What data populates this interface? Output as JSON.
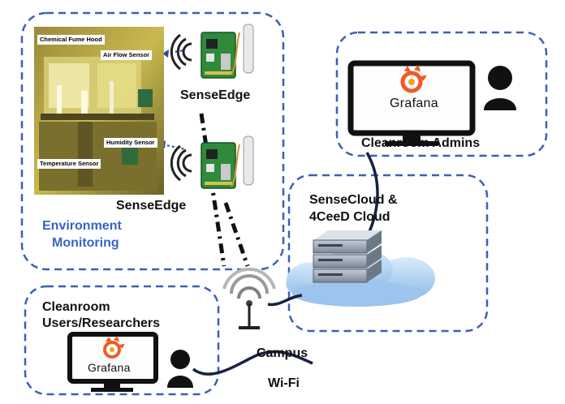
{
  "photo": {
    "tags": {
      "fume_hood": "Chemical Fume Hood",
      "air_flow": "Air Flow Sensor",
      "humidity": "Humidity Sensor",
      "temperature": "Temperature Sensor"
    }
  },
  "nodes": {
    "senseedge_top": "SenseEdge",
    "senseedge_bottom": "SenseEdge",
    "environment_line1": "Environment",
    "environment_line2": "Monitoring",
    "cleanroom_admins": "Cleanroom Admins",
    "sensecloud_line1": "SenseCloud &",
    "sensecloud_line2": "4CeeD Cloud",
    "users_line1": "Cleanroom",
    "users_line2": "Users/Researchers",
    "campus": "Campus",
    "wifi": "Wi-Fi"
  },
  "monitors": {
    "admin_brand": "Grafana",
    "users_brand": "Grafana"
  },
  "colors": {
    "dash_border": "#3d5fb8",
    "link_line": "#17223f",
    "accent_text": "#3b63c6",
    "grafana_orange": "#f05a28",
    "cloud_blue": "#a9cdf0"
  },
  "icons": {
    "grafana": "grafana-logo-icon",
    "person": "person-icon",
    "wireless": "wireless-waves-icon",
    "server": "server-rack-icon",
    "cloud": "cloud-icon",
    "board": "sensor-board-icon",
    "probe": "sensor-probe-icon",
    "antenna": "wifi-antenna-icon"
  }
}
